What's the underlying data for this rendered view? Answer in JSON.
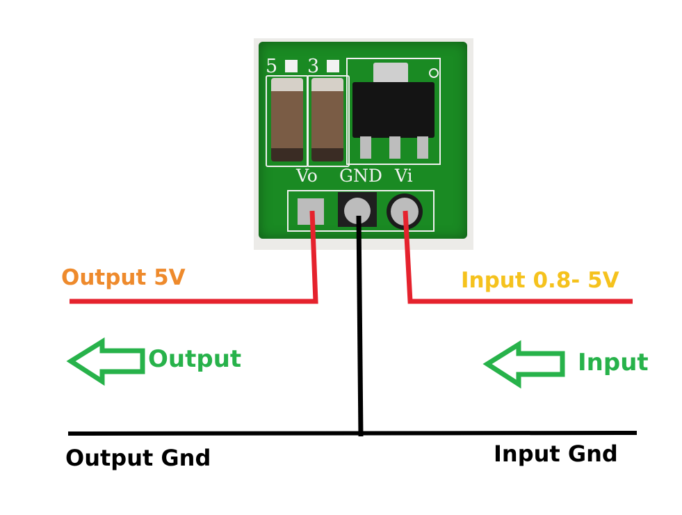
{
  "board": {
    "silk_top_left": "5",
    "silk_top_right": "3",
    "pins": [
      {
        "silk": "Vo"
      },
      {
        "silk": "GND"
      },
      {
        "silk": "Vi"
      }
    ]
  },
  "labels": {
    "output_voltage": "Output 5V",
    "input_voltage": "Input 0.8- 5V",
    "output_arrow": "Output",
    "input_arrow": "Input",
    "output_gnd": "Output Gnd",
    "input_gnd": "Input Gnd"
  },
  "colors": {
    "positive_wire": "#e5222d",
    "ground_wire": "#000000",
    "output_voltage_text": "#ee8a2c",
    "input_voltage_text": "#f5c21d",
    "arrow": "#27b24a",
    "pcb": "#1a8a23"
  },
  "icons": {
    "output_arrow": "arrow-left-outline-icon",
    "input_arrow": "arrow-left-outline-icon"
  }
}
